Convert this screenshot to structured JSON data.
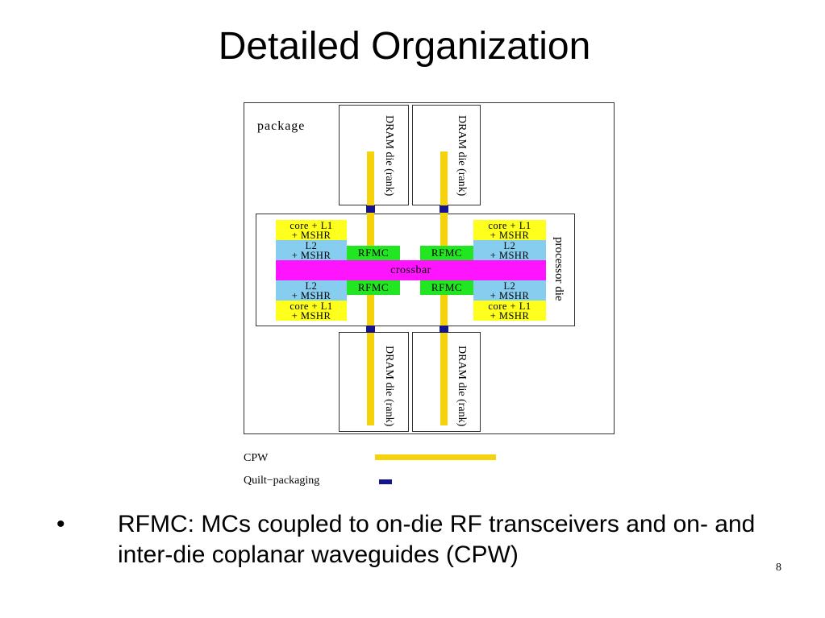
{
  "slide": {
    "title": "Detailed Organization",
    "page_number": "8"
  },
  "diagram": {
    "package_label": "package",
    "processor_label": "processor die",
    "dram_label": "DRAM die (rank)",
    "core_label_line1": "core + L1",
    "core_label_line2": "+ MSHR",
    "l2_line1": "L2",
    "l2_line2": "+ MSHR",
    "rfmc_label": "RFMC",
    "crossbar_label": "crossbar",
    "colors": {
      "cpw": "#f5d20a",
      "quilt_packaging": "#14148c",
      "core": "#ffff1e",
      "l2": "#87cdf0",
      "rfmc": "#22e622",
      "crossbar": "#ff14ff"
    }
  },
  "legend": {
    "cpw_label": "CPW",
    "quilt_label": "Quilt−packaging"
  },
  "bullets": [
    "RFMC: MCs coupled to on-die RF transceivers and on- and inter-die coplanar waveguides (CPW)"
  ]
}
